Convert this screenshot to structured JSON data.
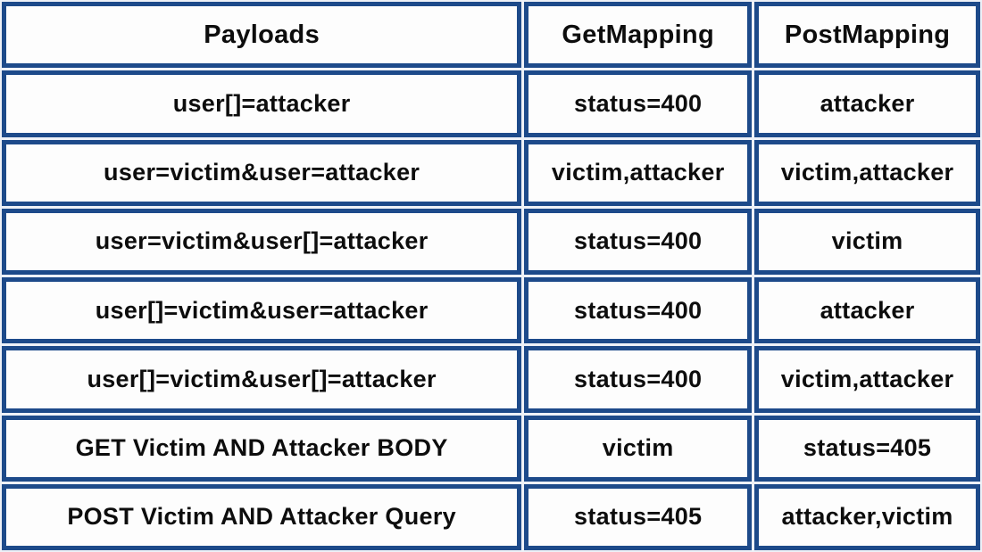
{
  "title": "Payload to GetMapping/PostMapping results table",
  "colors": {
    "border": "#1d4a8a",
    "cell_bg": "#fdfdfd",
    "text": "#0d0d0d",
    "page_bg": "#eef1f7"
  },
  "chart_data": {
    "type": "table",
    "columns": [
      "Payloads",
      "GetMapping",
      "PostMapping"
    ],
    "rows": [
      [
        "user[]=attacker",
        "status=400",
        "attacker"
      ],
      [
        "user=victim&user=attacker",
        "victim,attacker",
        "victim,attacker"
      ],
      [
        "user=victim&user[]=attacker",
        "status=400",
        "victim"
      ],
      [
        "user[]=victim&user=attacker",
        "status=400",
        "attacker"
      ],
      [
        "user[]=victim&user[]=attacker",
        "status=400",
        "victim,attacker"
      ],
      [
        "GET Victim AND Attacker BODY",
        "victim",
        "status=405"
      ],
      [
        "POST Victim AND Attacker Query",
        "status=405",
        "attacker,victim"
      ]
    ],
    "layout": {
      "grid": "on",
      "header_row": true,
      "column_width_ratio": [
        0.53,
        0.235,
        0.235
      ]
    }
  }
}
